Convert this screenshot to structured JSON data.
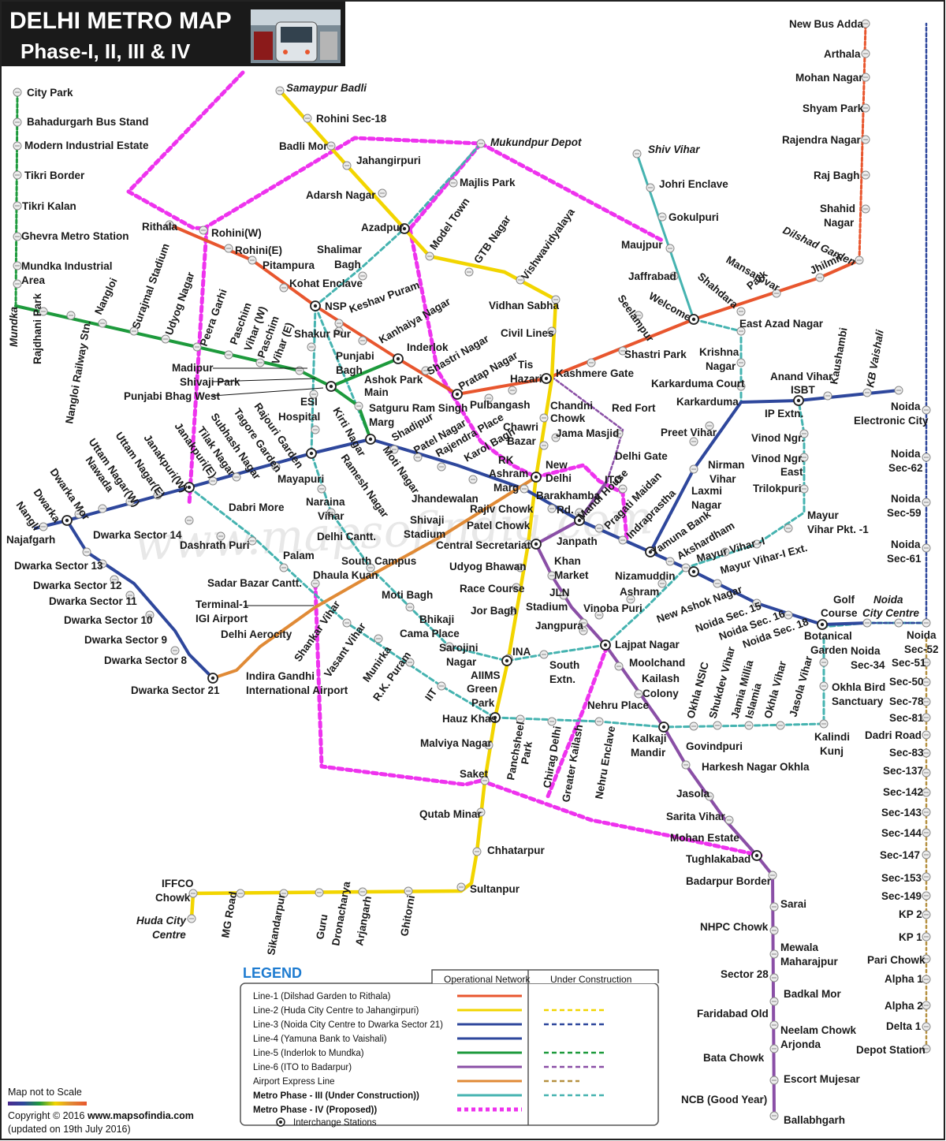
{
  "header": {
    "title_line1": "DELHI METRO MAP",
    "title_line2": "Phase-I, II, III & IV"
  },
  "watermark": "www.mapsofindia.com",
  "colors": {
    "red": "#e8562e",
    "yellow": "#f2d500",
    "blue": "#2e479c",
    "green": "#1d9a3c",
    "violet": "#8a4fa6",
    "orange": "#e08a36",
    "teal": "#45b3b0",
    "magenta": "#ee33ee",
    "brown": "#b59040",
    "header_bg": "#1a1a1a"
  },
  "stations": [
    {
      "n": "City Park"
    },
    {
      "n": "Bahadurgarh Bus Stand"
    },
    {
      "n": "Modern Industrial Estate"
    },
    {
      "n": "Tikri Border"
    },
    {
      "n": "Tikri Kalan"
    },
    {
      "n": "Ghevra Metro Station"
    },
    {
      "n": "Mundka Industrial"
    },
    {
      "n": "Area"
    },
    {
      "n": "Mundka"
    },
    {
      "n": "Rajdhani Park"
    },
    {
      "n": "Nangloi Railway Stn."
    },
    {
      "n": "Nangloi"
    },
    {
      "n": "Surajmal Stadium"
    },
    {
      "n": "Udyog Nagar"
    },
    {
      "n": "Peera Garhi"
    },
    {
      "n": "Paschim"
    },
    {
      "n": "Vihar (W)"
    },
    {
      "n": "Paschim"
    },
    {
      "n": "Vihar (E)"
    },
    {
      "n": "Madipur"
    },
    {
      "n": "Shivaji Park"
    },
    {
      "n": "Punjabi Bhag West"
    },
    {
      "n": "Samaypur Badli"
    },
    {
      "n": "Rohini Sec-18"
    },
    {
      "n": "Badli Mor"
    },
    {
      "n": "Jahangirpuri"
    },
    {
      "n": "Adarsh Nagar"
    },
    {
      "n": "Azadpur"
    },
    {
      "n": "Model Town"
    },
    {
      "n": "GTB Nagar"
    },
    {
      "n": "Vishwavidyalaya"
    },
    {
      "n": "Vidhan Sabha"
    },
    {
      "n": "Civil Lines"
    },
    {
      "n": "Kashmere Gate"
    },
    {
      "n": "Chandni"
    },
    {
      "n": "Chowk"
    },
    {
      "n": "Chawri"
    },
    {
      "n": "Bazar"
    },
    {
      "n": "New"
    },
    {
      "n": "Delhi"
    },
    {
      "n": "Rajiv Chowk"
    },
    {
      "n": "Patel Chowk"
    },
    {
      "n": "Central Secretariat"
    },
    {
      "n": "Udyog Bhawan"
    },
    {
      "n": "Race Course"
    },
    {
      "n": "Jor Bagh"
    },
    {
      "n": "INA"
    },
    {
      "n": "AIIMS"
    },
    {
      "n": "Green"
    },
    {
      "n": "Park"
    },
    {
      "n": "Hauz Khas"
    },
    {
      "n": "Malviya Nagar"
    },
    {
      "n": "Saket"
    },
    {
      "n": "Qutab Minar"
    },
    {
      "n": "Chhatarpur"
    },
    {
      "n": "Sultanpur"
    },
    {
      "n": "Ghitorni"
    },
    {
      "n": "Arjangarh"
    },
    {
      "n": "Guru"
    },
    {
      "n": "Dronacharya"
    },
    {
      "n": "Sikandarpur"
    },
    {
      "n": "MG Road"
    },
    {
      "n": "IFFCO"
    },
    {
      "n": "Chowk"
    },
    {
      "n": "Huda City"
    },
    {
      "n": "Centre"
    },
    {
      "n": "Mukundpur Depot"
    },
    {
      "n": "Majlis Park"
    },
    {
      "n": "Shiv Vihar"
    },
    {
      "n": "Johri Enclave"
    },
    {
      "n": "Gokulpuri"
    },
    {
      "n": "Maujpur"
    },
    {
      "n": "Jaffrabad"
    },
    {
      "n": "Welcome"
    },
    {
      "n": "Shahdara"
    },
    {
      "n": "Mansarovar"
    },
    {
      "n": "Park"
    },
    {
      "n": "Jhilmil"
    },
    {
      "n": "Dilshad Garden"
    },
    {
      "n": "Seelampur"
    },
    {
      "n": "Shastri Park"
    },
    {
      "n": "Tis"
    },
    {
      "n": "Hazari"
    },
    {
      "n": "Pulbangash"
    },
    {
      "n": "Pratap Nagar"
    },
    {
      "n": "Shastri Nagar"
    },
    {
      "n": "Inderlok"
    },
    {
      "n": "Kanhaiya Nagar"
    },
    {
      "n": "Keshav Puram"
    },
    {
      "n": "NSP"
    },
    {
      "n": "Kohat Enclave"
    },
    {
      "n": "Pitampura"
    },
    {
      "n": "Rohini(E)"
    },
    {
      "n": "Rohini(W)"
    },
    {
      "n": "Rithala"
    },
    {
      "n": "Shalimar"
    },
    {
      "n": "Bagh"
    },
    {
      "n": "Shakur Pur"
    },
    {
      "n": "Punjabi"
    },
    {
      "n": "Bagh"
    },
    {
      "n": "Ashok Park"
    },
    {
      "n": "Main"
    },
    {
      "n": "Satguru Ram Singh"
    },
    {
      "n": "Marg"
    },
    {
      "n": "ESI"
    },
    {
      "n": "Hospital"
    },
    {
      "n": "Kirti Nagar"
    },
    {
      "n": "Shadipur"
    },
    {
      "n": "Patel Nagar"
    },
    {
      "n": "Rajendra Place"
    },
    {
      "n": "Karol Bagh"
    },
    {
      "n": "RK"
    },
    {
      "n": "Ashram"
    },
    {
      "n": "Marg"
    },
    {
      "n": "Jhandewalan"
    },
    {
      "n": "Barakhamba"
    },
    {
      "n": "Rd."
    },
    {
      "n": "Mandi House"
    },
    {
      "n": "Pragati Maidan"
    },
    {
      "n": "Indraprastha"
    },
    {
      "n": "Yamuna Bank"
    },
    {
      "n": "Akshardham"
    },
    {
      "n": "Mayur Vihar -I"
    },
    {
      "n": "Mayur Vihar-I Ext."
    },
    {
      "n": "New Ashok Nagar"
    },
    {
      "n": "Noida Sec. 15"
    },
    {
      "n": "Noida Sec. 16"
    },
    {
      "n": "Noida Sec. 18"
    },
    {
      "n": "Botanical"
    },
    {
      "n": "Garden"
    },
    {
      "n": "Golf"
    },
    {
      "n": "Course"
    },
    {
      "n": "Noida"
    },
    {
      "n": "City Centre"
    },
    {
      "n": "Noida"
    },
    {
      "n": "Sec-34"
    },
    {
      "n": "Noida"
    },
    {
      "n": "Sec-52"
    },
    {
      "n": "Moti Nagar"
    },
    {
      "n": "Ramesh Nagar"
    },
    {
      "n": "Rajouri Garden"
    },
    {
      "n": "Tagore Garden"
    },
    {
      "n": "Subhash Nagar"
    },
    {
      "n": "Tilak Nagar"
    },
    {
      "n": "Janakpuri(E)"
    },
    {
      "n": "Janakpuri(W)"
    },
    {
      "n": "Uttam Nagar(E)"
    },
    {
      "n": "Uttam Nagar(W)"
    },
    {
      "n": "Nawada"
    },
    {
      "n": "Dwarka Mor"
    },
    {
      "n": "Dwarka"
    },
    {
      "n": "Nangli"
    },
    {
      "n": "Najafgarh"
    },
    {
      "n": "Dwarka Sector 14"
    },
    {
      "n": "Dwarka Sector 13"
    },
    {
      "n": "Dwarka Sector 12"
    },
    {
      "n": "Dwarka Sector 11"
    },
    {
      "n": "Dwarka Sector 10"
    },
    {
      "n": "Dwarka Sector 9"
    },
    {
      "n": "Dwarka Sector 8"
    },
    {
      "n": "Dwarka Sector 21"
    },
    {
      "n": "Indira Gandhi"
    },
    {
      "n": "International Airport"
    },
    {
      "n": "Delhi Aerocity"
    },
    {
      "n": "Terminal-1"
    },
    {
      "n": "IGI Airport"
    },
    {
      "n": "Sadar Bazar Cantt."
    },
    {
      "n": "Palam"
    },
    {
      "n": "Dashrath Puri"
    },
    {
      "n": "Dabri More"
    },
    {
      "n": "Mayapuri"
    },
    {
      "n": "Naraina"
    },
    {
      "n": "Vihar"
    },
    {
      "n": "Delhi Cantt."
    },
    {
      "n": "Dhaula Kuan"
    },
    {
      "n": "South Campus"
    },
    {
      "n": "Moti Bagh"
    },
    {
      "n": "Bhikaji"
    },
    {
      "n": "Cama Place"
    },
    {
      "n": "Sarojini"
    },
    {
      "n": "Nagar"
    },
    {
      "n": "Shankar Vihar"
    },
    {
      "n": "Vasant Vihar"
    },
    {
      "n": "Munirka"
    },
    {
      "n": "R.K. Puram"
    },
    {
      "n": "IIT"
    },
    {
      "n": "Shivaji"
    },
    {
      "n": "Stadium"
    },
    {
      "n": "Janpath"
    },
    {
      "n": "Khan"
    },
    {
      "n": "Market"
    },
    {
      "n": "JLN"
    },
    {
      "n": "Stadium"
    },
    {
      "n": "Jangpura"
    },
    {
      "n": "Lajpat Nagar"
    },
    {
      "n": "Moolchand"
    },
    {
      "n": "Kailash"
    },
    {
      "n": "Colony"
    },
    {
      "n": "Nehru Place"
    },
    {
      "n": "Kalkaji"
    },
    {
      "n": "Mandir"
    },
    {
      "n": "Govindpuri"
    },
    {
      "n": "Harkesh Nagar Okhla"
    },
    {
      "n": "Jasola"
    },
    {
      "n": "Sarita Vihar"
    },
    {
      "n": "Mohan Estate"
    },
    {
      "n": "Tughlakabad"
    },
    {
      "n": "Badarpur Border"
    },
    {
      "n": "Sarai"
    },
    {
      "n": "NHPC Chowk"
    },
    {
      "n": "Mewala"
    },
    {
      "n": "Maharajpur"
    },
    {
      "n": "Sector 28"
    },
    {
      "n": "Badkal Mor"
    },
    {
      "n": "Faridabad Old"
    },
    {
      "n": "Neelam Chowk"
    },
    {
      "n": "Arjonda"
    },
    {
      "n": "Bata Chowk"
    },
    {
      "n": "Escort Mujesar"
    },
    {
      "n": "NCB (Good Year)"
    },
    {
      "n": "Ballabhgarh"
    },
    {
      "n": "Vinoba Puri"
    },
    {
      "n": "Nizamuddin"
    },
    {
      "n": "Ashram"
    },
    {
      "n": "South"
    },
    {
      "n": "Extn."
    },
    {
      "n": "Okhla NSIC"
    },
    {
      "n": "Shukdev Vihar"
    },
    {
      "n": "Jamia Millia"
    },
    {
      "n": "Islamia"
    },
    {
      "n": "Okhla Vihar"
    },
    {
      "n": "Jasola Vihar"
    },
    {
      "n": "Okhla Bird"
    },
    {
      "n": "Sanctuary"
    },
    {
      "n": "Kalindi"
    },
    {
      "n": "Kunj"
    },
    {
      "n": "Panchsheel"
    },
    {
      "n": "Park"
    },
    {
      "n": "Chirag Delhi"
    },
    {
      "n": "Greater Kailash"
    },
    {
      "n": "Nehru Enclave"
    },
    {
      "n": "Red Fort"
    },
    {
      "n": "Jama Masjid"
    },
    {
      "n": "Delhi Gate"
    },
    {
      "n": "ITO"
    },
    {
      "n": "Preet Vihar"
    },
    {
      "n": "Nirman"
    },
    {
      "n": "Vihar"
    },
    {
      "n": "Laxmi"
    },
    {
      "n": "Nagar"
    },
    {
      "n": "Karkarduma"
    },
    {
      "n": "Karkarduma Court"
    },
    {
      "n": "Krishna"
    },
    {
      "n": "Nagar"
    },
    {
      "n": "East Azad Nagar"
    },
    {
      "n": "Anand Vihar"
    },
    {
      "n": "ISBT"
    },
    {
      "n": "IP Extn."
    },
    {
      "n": "Vinod Ngr."
    },
    {
      "n": "Vinod Ngr."
    },
    {
      "n": "East"
    },
    {
      "n": "Trilokpuri"
    },
    {
      "n": "Mayur"
    },
    {
      "n": "Vihar Pkt. -1"
    },
    {
      "n": "Kaushambi"
    },
    {
      "n": "KB Vaishali"
    },
    {
      "n": "New Bus Adda"
    },
    {
      "n": "Arthala"
    },
    {
      "n": "Mohan Nagar"
    },
    {
      "n": "Shyam Park"
    },
    {
      "n": "Rajendra Nagar"
    },
    {
      "n": "Raj Bagh"
    },
    {
      "n": "Shahid"
    },
    {
      "n": "Nagar"
    },
    {
      "n": "Noida"
    },
    {
      "n": "Electronic City"
    },
    {
      "n": "Noida"
    },
    {
      "n": "Sec-62"
    },
    {
      "n": "Noida"
    },
    {
      "n": "Sec-59"
    },
    {
      "n": "Noida"
    },
    {
      "n": "Sec-61"
    },
    {
      "n": "Sec-51"
    },
    {
      "n": "Sec-50"
    },
    {
      "n": "Sec-78"
    },
    {
      "n": "Sec-81"
    },
    {
      "n": "Dadri Road"
    },
    {
      "n": "Sec-83"
    },
    {
      "n": "Sec-137"
    },
    {
      "n": "Sec-142"
    },
    {
      "n": "Sec-143"
    },
    {
      "n": "Sec-144"
    },
    {
      "n": "Sec-147"
    },
    {
      "n": "Sec-153"
    },
    {
      "n": "Sec-149"
    },
    {
      "n": "KP 2"
    },
    {
      "n": "KP 1"
    },
    {
      "n": "Pari Chowk"
    },
    {
      "n": "Alpha 1"
    },
    {
      "n": "Alpha 2"
    },
    {
      "n": "Delta 1"
    },
    {
      "n": "Depot Station"
    }
  ],
  "legend": {
    "title": "LEGEND",
    "col_operational": "Operational Network",
    "col_construction": "Under Construction",
    "rows": [
      {
        "label": "Line-1 (Dilshad Garden to Rithala)",
        "color": "#e8562e",
        "uc": false,
        "bold": false
      },
      {
        "label": "Line-2 (Huda City Centre to Jahangirpuri)",
        "color": "#f2d500",
        "uc": true,
        "bold": false
      },
      {
        "label": "Line-3 (Noida City Centre to Dwarka Sector 21)",
        "color": "#2e479c",
        "uc": true,
        "bold": false
      },
      {
        "label": "Line-4 (Yamuna Bank to Vaishali)",
        "color": "#2e479c",
        "uc": false,
        "bold": false
      },
      {
        "label": "Line-5 (Inderlok to Mundka)",
        "color": "#1d9a3c",
        "uc": true,
        "bold": false
      },
      {
        "label": "Line-6 (ITO to Badarpur)",
        "color": "#8a4fa6",
        "uc": true,
        "bold": false
      },
      {
        "label": "Airport Express Line",
        "color": "#e08a36",
        "uc": true,
        "bold": false
      },
      {
        "label": "Metro Phase  - III  (Under Construction))",
        "color": "#45b3b0",
        "uc": true,
        "bold": true
      },
      {
        "label": "Metro Phase  - IV  (Proposed))",
        "color": "#ee33ee",
        "uc": false,
        "bold": true
      }
    ],
    "interchange_label": "Interchange Stations"
  },
  "footer": {
    "note": "Map not to Scale",
    "copyright_prefix": "Copyright © 2016 ",
    "copyright_site": "www.mapsofindia.com",
    "updated": "(updated on 19th July 2016)"
  }
}
